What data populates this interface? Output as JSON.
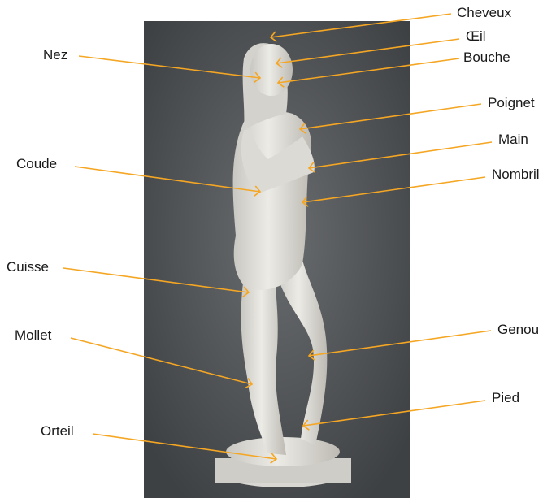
{
  "diagram": {
    "accent_color": "#f5a623",
    "photo_subject": "marble-statue-standing-figure",
    "labels": [
      {
        "key": "cheveux",
        "text": "Cheveux"
      },
      {
        "key": "oeil",
        "text": "Œil"
      },
      {
        "key": "bouche",
        "text": "Bouche"
      },
      {
        "key": "nez",
        "text": "Nez"
      },
      {
        "key": "poignet",
        "text": "Poignet"
      },
      {
        "key": "main",
        "text": "Main"
      },
      {
        "key": "coude",
        "text": "Coude"
      },
      {
        "key": "nombril",
        "text": "Nombril"
      },
      {
        "key": "cuisse",
        "text": "Cuisse"
      },
      {
        "key": "genou",
        "text": "Genou"
      },
      {
        "key": "mollet",
        "text": "Mollet"
      },
      {
        "key": "pied",
        "text": "Pied"
      },
      {
        "key": "orteil",
        "text": "Orteil"
      }
    ]
  }
}
